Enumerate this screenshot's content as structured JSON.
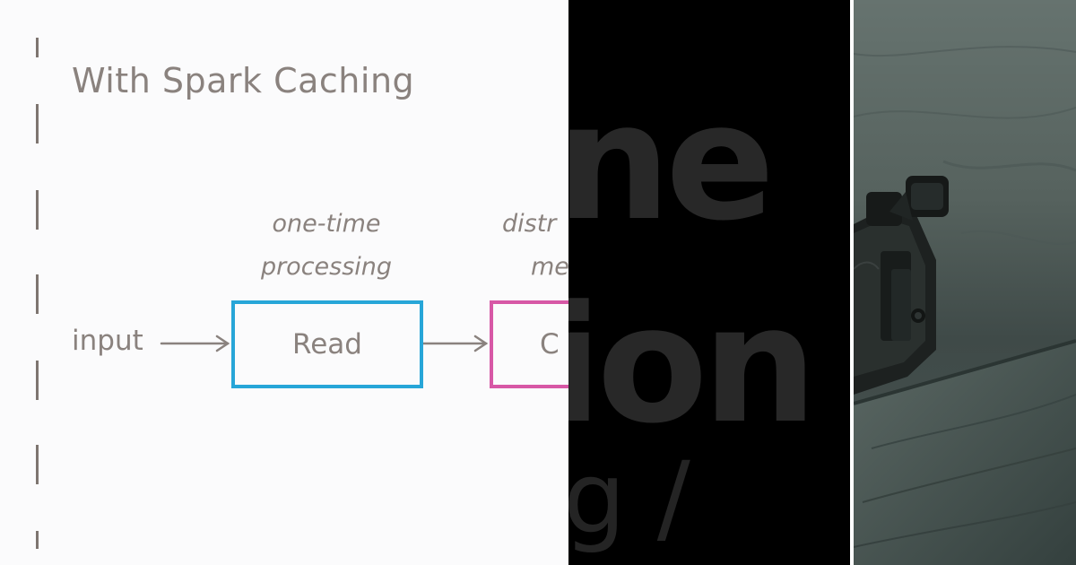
{
  "slide": {
    "title": "With Spark Caching",
    "annotations": {
      "first_line1": "one-time",
      "first_line2": "processing",
      "second_line1": "distr",
      "second_line2": "me"
    },
    "input_label": "input",
    "box_read_label": "Read",
    "box_cache_label": "C",
    "colors": {
      "read_box": "#27a6d8",
      "cache_box": "#d758a6",
      "text": "#8a827e"
    }
  },
  "dark_panel": {
    "word_top": "ne",
    "word_middle": "ion",
    "word_bottom": "g /"
  },
  "photo_panel": {
    "subject": "camera-photo"
  }
}
